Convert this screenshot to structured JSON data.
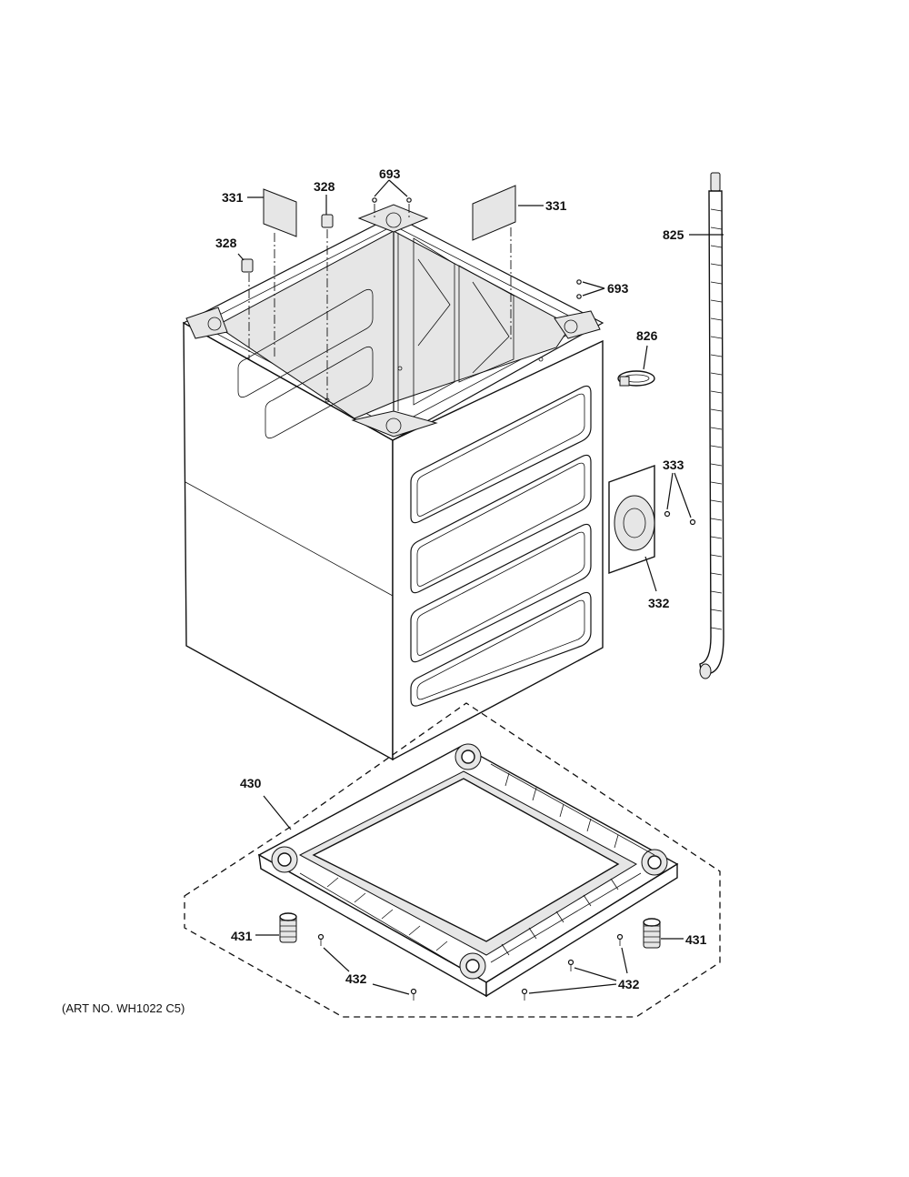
{
  "callouts": {
    "c331_left": "331",
    "c331_right": "331",
    "c328_top": "328",
    "c328_left": "328",
    "c693_top": "693",
    "c693_right": "693",
    "c825": "825",
    "c826": "826",
    "c333": "333",
    "c332": "332",
    "c430": "430",
    "c431_left": "431",
    "c431_right": "431",
    "c432_left": "432",
    "c432_right": "432"
  },
  "art_number": "(ART NO. WH1022 C5)"
}
